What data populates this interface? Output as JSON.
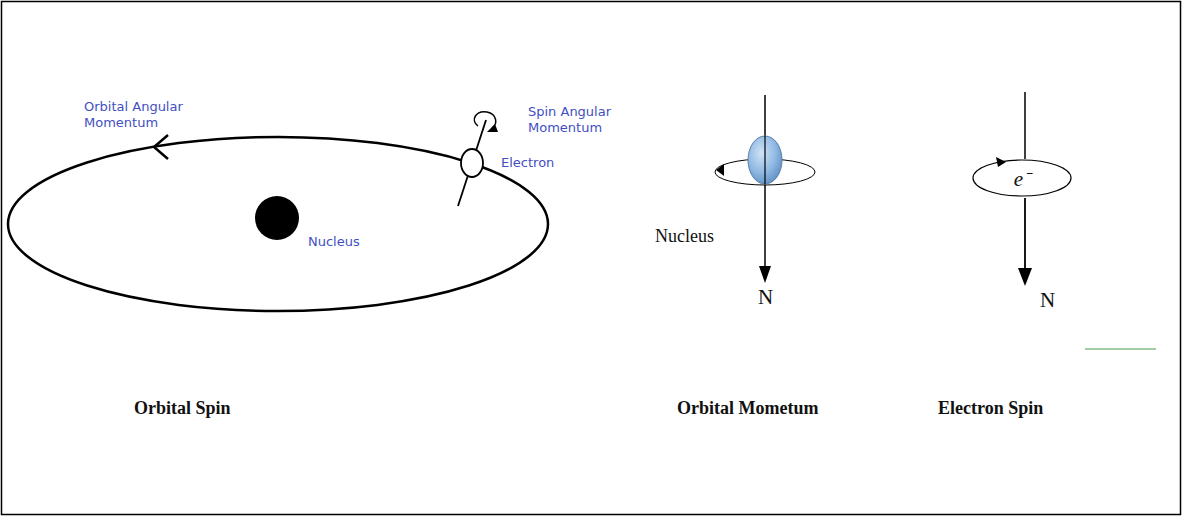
{
  "diagram": {
    "nodes": [
      {
        "text": [
          "e⁻"
        ]
      }
    ],
    "labels": [
      "Orbital Angular Momentum",
      "Nucleus",
      "Spin Angular Momentum",
      "Electron",
      "Nucleus",
      "N",
      "N",
      "Orbital Spin",
      "Orbital Mometum",
      "Electron Spin"
    ]
  }
}
